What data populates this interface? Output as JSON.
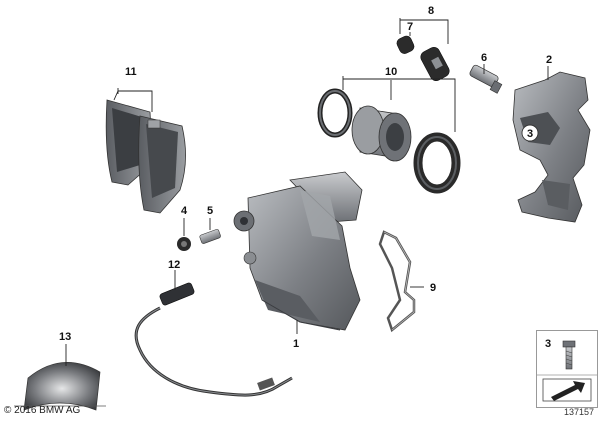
{
  "copyright": "© 2016 BMW AG",
  "diagram_id": "137157",
  "parts": [
    {
      "number": "1",
      "name": "brake caliper housing"
    },
    {
      "number": "2",
      "name": "caliper carrier"
    },
    {
      "number": "3",
      "name": "screw"
    },
    {
      "number": "4",
      "name": "protection cap"
    },
    {
      "number": "5",
      "name": "bleeder valve"
    },
    {
      "number": "6",
      "name": "guide bolt"
    },
    {
      "number": "7",
      "name": "protection cap"
    },
    {
      "number": "8",
      "name": "guide bolt bushing set"
    },
    {
      "number": "9",
      "name": "pad retainer spring"
    },
    {
      "number": "10",
      "name": "piston seal kit"
    },
    {
      "number": "11",
      "name": "brake pad set"
    },
    {
      "number": "12",
      "name": "wear sensor"
    },
    {
      "number": "13",
      "name": "grease packet"
    }
  ],
  "legend": {
    "number": "3"
  },
  "colors": {
    "part_fill": "#8a8d91",
    "part_dark": "#55585c",
    "part_light": "#c4c6c9",
    "rubber": "#2a2a2a"
  }
}
